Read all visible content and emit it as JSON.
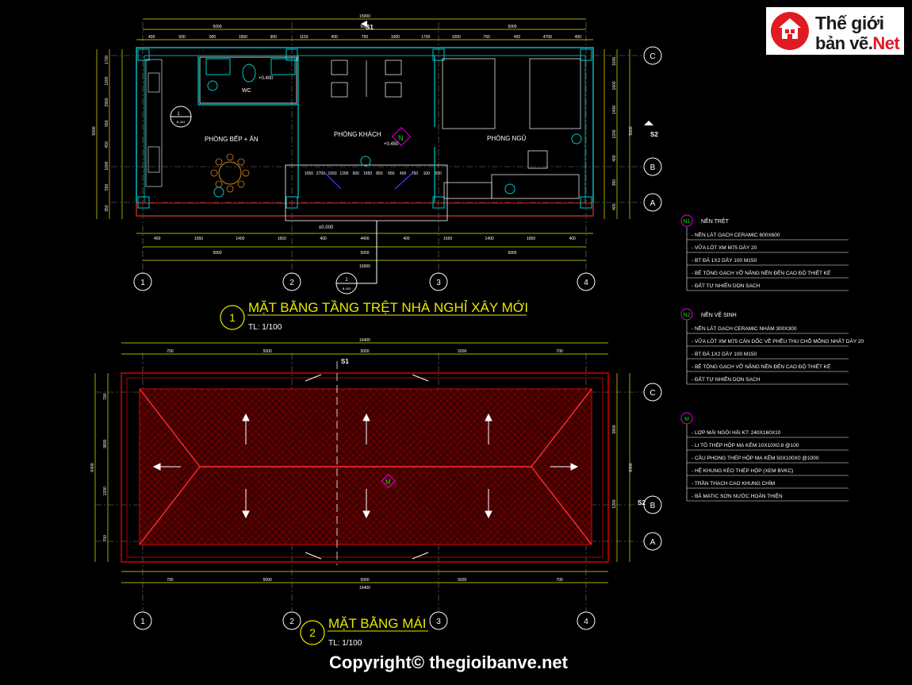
{
  "logo": {
    "line1": "Thế giới",
    "line2": "bản vẽ.",
    "line2_accent": "Net"
  },
  "copyright": "Copyright© thegioibanve.net",
  "colors": {
    "bg": "#000000",
    "wall": "#00c8c8",
    "dim": "#e8e800",
    "white": "#ffffff",
    "red": "#e00000",
    "grid": "#808080",
    "green": "#00e000",
    "magenta": "#e000e0"
  },
  "plan1": {
    "title": "MẶT BẰNG TẦNG TRỆT NHÀ NGHỈ XÂY MỚI",
    "number": "1",
    "scale": "TL: 1/100",
    "rooms": [
      "PHÒNG BẾP + ĂN",
      "PHÒNG KHÁCH",
      "PHÒNG NGỦ",
      "WC"
    ],
    "levels": [
      "+0.400",
      "+0.450",
      "±0.000"
    ],
    "section_tags": [
      "S1",
      "S2"
    ],
    "callout_a": {
      "num": "1",
      "ref": "B-404"
    },
    "callout_b": {
      "num": "1",
      "ref": "B-403"
    },
    "north": "N",
    "top_dims_total": "15000",
    "top_dims_mid": [
      "5000",
      "5000",
      "5000"
    ],
    "top_dims_detail": [
      "400",
      "500",
      "900",
      "1650",
      "900",
      "1150",
      "400",
      "750",
      "1000",
      "1700",
      "1000",
      "750",
      "400",
      "4700",
      "400"
    ],
    "bottom_dims_detail": [
      "400",
      "1650",
      "1400",
      "1650",
      "400",
      "4400",
      "400",
      "1650",
      "1400",
      "1650",
      "400"
    ],
    "bottom_dims_mid": [
      "5000",
      "5000",
      "5000"
    ],
    "bottom_dims_total": "15000",
    "left_dims_total": "5000",
    "left_dims": [
      "1700",
      "1200",
      "2900",
      "550",
      "450",
      "1000",
      "550",
      "350"
    ],
    "right_dims": [
      "1600",
      "1600",
      "1400",
      "1200",
      "400",
      "350",
      "400"
    ],
    "right_dims_total": "5000",
    "inner_dims": [
      "1050",
      "2700",
      "1050",
      "1200",
      "600",
      "1950",
      "850",
      "650",
      "450",
      "750",
      "100",
      "550"
    ],
    "grid_cols": [
      "1",
      "2",
      "3",
      "4"
    ],
    "grid_rows": [
      "C",
      "B",
      "A"
    ]
  },
  "plan2": {
    "title": "MẶT BẰNG MÁI",
    "number": "2",
    "scale": "TL: 1/100",
    "top_dims_total": "16400",
    "top_dims": [
      "700",
      "5000",
      "5000",
      "5000",
      "700"
    ],
    "bottom_dims": [
      "700",
      "5000",
      "5000",
      "5000",
      "700"
    ],
    "bottom_dims_total": "16400",
    "left_dims_total": "6400",
    "left_dims": [
      "700",
      "3800",
      "1200",
      "700"
    ],
    "right_dims": [
      "3800",
      "1200"
    ],
    "right_dims_total": "6400",
    "section_tags": [
      "S1",
      "S2"
    ],
    "roof_tag": "M",
    "grid_cols": [
      "1",
      "2",
      "3",
      "4"
    ],
    "grid_rows": [
      "C",
      "B",
      "A"
    ]
  },
  "notes": [
    {
      "tag": "N1",
      "title": "NỀN TRỆT",
      "lines": [
        "NỀN LÁT GẠCH CERAMIC 600X600",
        "VỮA LÓT XM M75 DÀY 20",
        "BT ĐÁ 1X2 DÀY 100 M150",
        "BÊ TÔNG GẠCH VỠ NÂNG NỀN ĐẾN CAO ĐỘ THIẾT KẾ",
        "ĐẤT TỰ NHIÊN DỌN SẠCH"
      ]
    },
    {
      "tag": "N2",
      "title": "NỀN VỆ SINH",
      "lines": [
        "NỀN LÁT GẠCH CERAMIC NHÁM 300X300",
        "VỮA LÓT XM M75 CÁN DỐC VỀ PHỄU THU CHỖ MỎNG NHẤT DÀY 20",
        "BT ĐÁ 1X2 DÀY 100 M150",
        "BÊ TÔNG GẠCH VỠ NÂNG NỀN ĐẾN CAO ĐỘ THIẾT KẾ",
        "ĐẤT TỰ NHIÊN DỌN SẠCH"
      ]
    },
    {
      "tag": "M",
      "title": "",
      "lines": [
        "LỢP MÁI NGÓI HẢI KT: 240X160X10",
        "LI TÔ THÉP HỘP MẠ KẼM 10X10X0.8 @100",
        "CẦU PHONG THÉP HỘP MẠ KẼM 50X100X0 @1000",
        "HỆ KHUNG KÈO THÉP HỘP (XEM BVKC)",
        "TRẦN THẠCH CAO KHUNG CHÌM",
        "BẢ MATIC SƠN NƯỚC HOÀN THIỆN"
      ]
    }
  ]
}
